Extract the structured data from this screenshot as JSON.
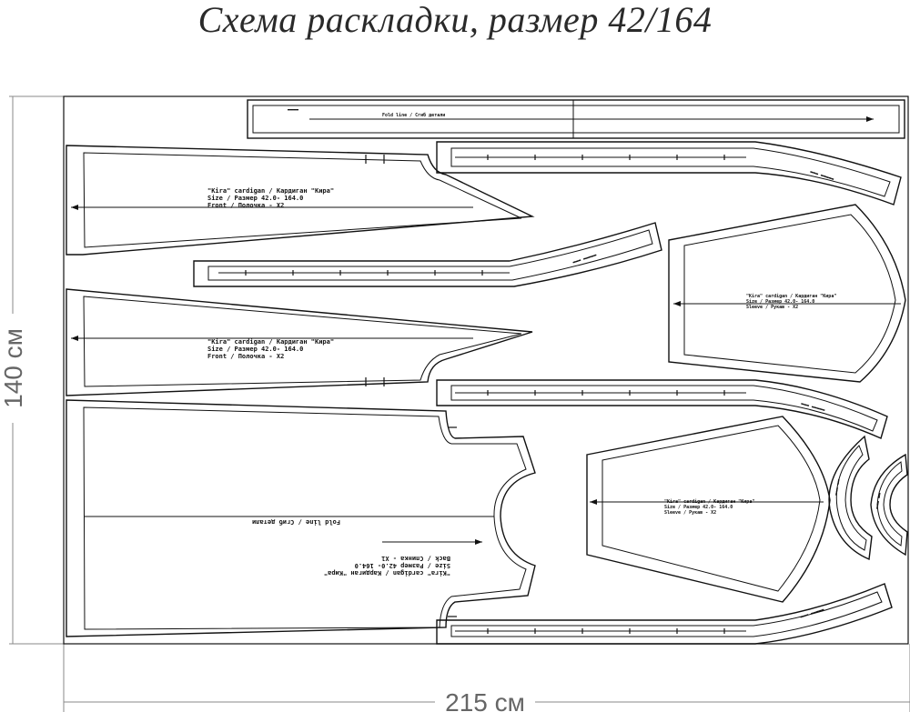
{
  "title": "Схема раскладки, размер 42/164",
  "dimensions": {
    "width_label": "215 см",
    "height_label": "140 см"
  },
  "pieces": {
    "front_1": {
      "line1": "\"Kira\" cardigan / Кардиган \"Кира\"",
      "line2": "Size / Размер   42.0- 164.0",
      "line3": "Front / Полочка - X2"
    },
    "front_2": {
      "line1": "\"Kira\" cardigan / Кардиган \"Кира\"",
      "line2": "Size / Размер   42.0- 164.0",
      "line3": "Front / Полочка - X2"
    },
    "back": {
      "line1": "\"Kira\" cardigan / Кардиган \"Кира\"",
      "line2": "Size / Размер   42.0- 164.0",
      "line3": "Back / Спинка - X1",
      "fold": "Fold line / Сгиб детали"
    },
    "sleeve_1": {
      "line1": "\"Kira\" cardigan / Кардиган \"Кира\"",
      "line2": "Size / Размер   42.0- 164.0",
      "line3": "Sleeve / Рукав - X2"
    },
    "sleeve_2": {
      "line1": "\"Kira\" cardigan / Кардиган \"Кира\"",
      "line2": "Size / Размер   42.0- 164.0",
      "line3": "Sleeve / Рукав - X2"
    },
    "collar_fold": "Fold line / Сгиб детали"
  }
}
